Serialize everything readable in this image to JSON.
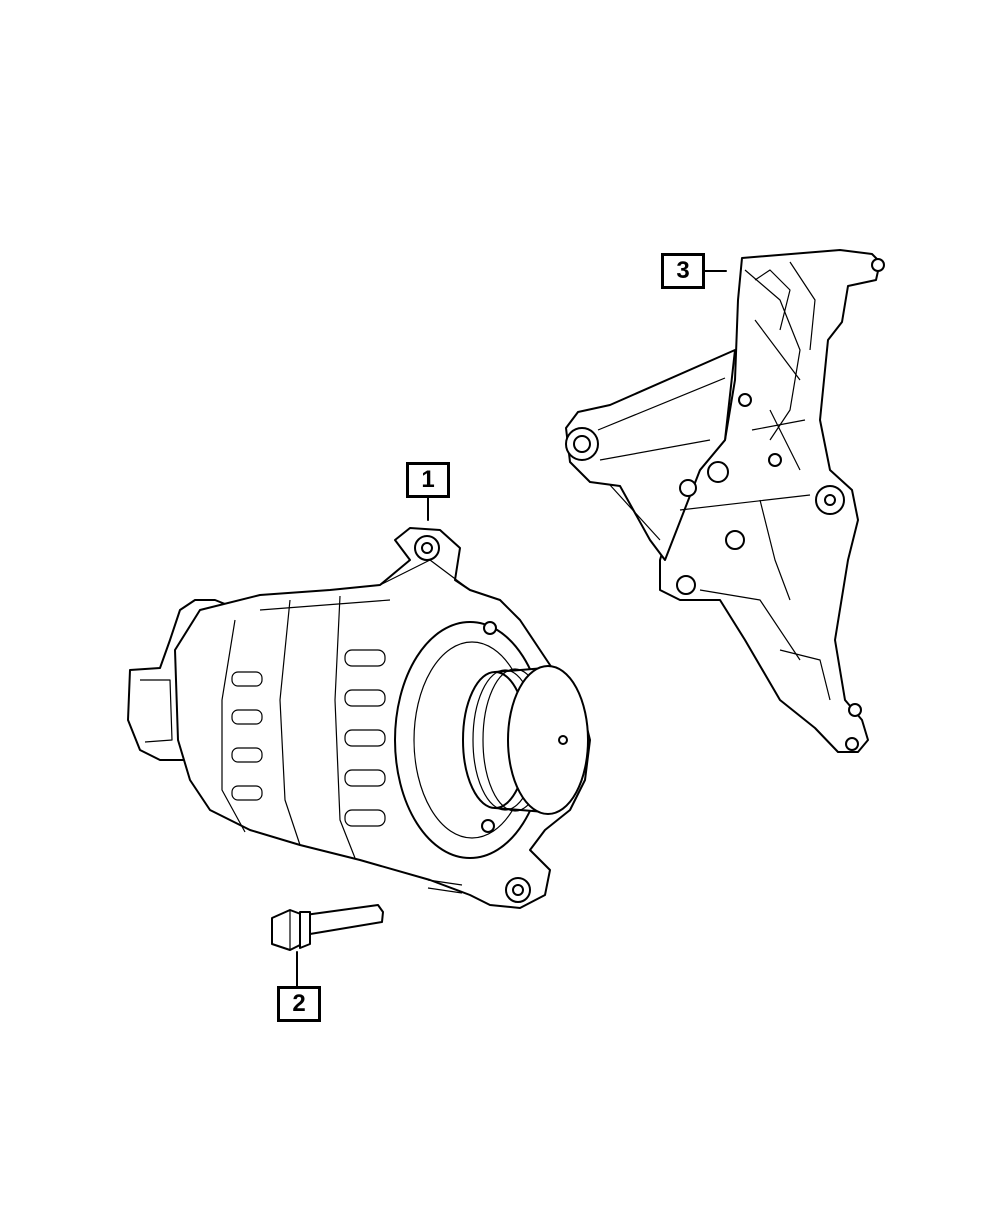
{
  "diagram": {
    "callouts": [
      {
        "id": "1",
        "label": "1",
        "part": "alternator"
      },
      {
        "id": "2",
        "label": "2",
        "part": "bolt"
      },
      {
        "id": "3",
        "label": "3",
        "part": "bracket"
      }
    ],
    "line_color": "#000000",
    "background": "#ffffff"
  }
}
